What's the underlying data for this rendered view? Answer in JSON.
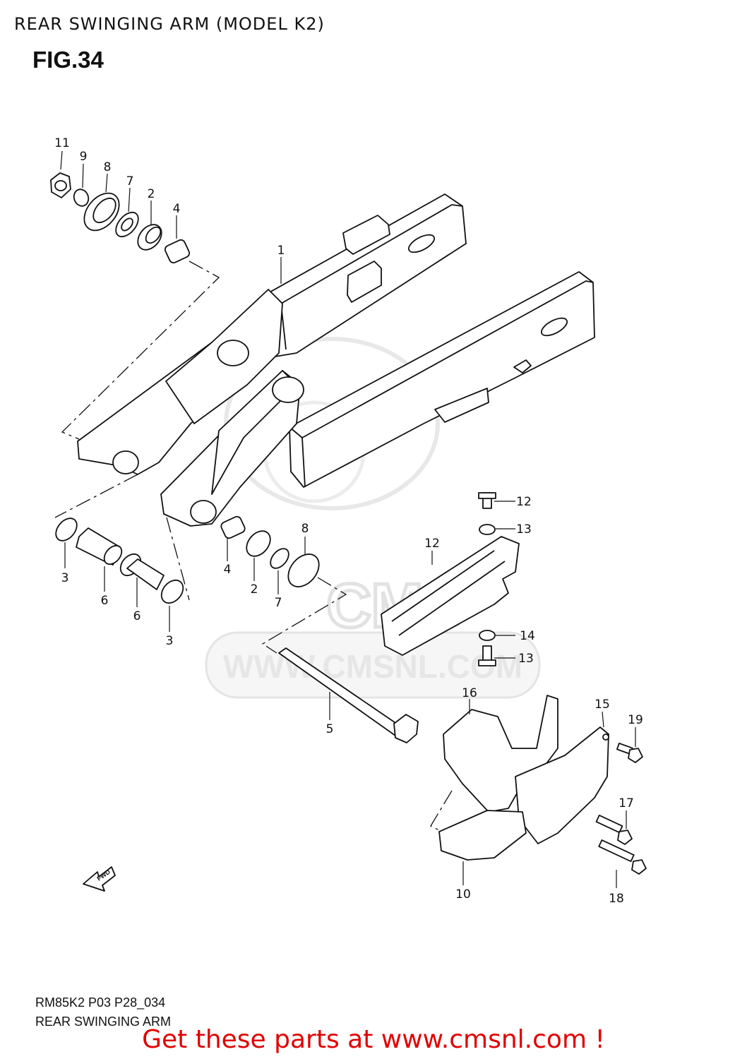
{
  "header": {
    "title": "REAR SWINGING ARM (MODEL K2)",
    "figure": "FIG.34"
  },
  "diagram": {
    "watermark_text": "WWW.CMSNL.COM",
    "watermark_logo": "CMS",
    "fwd_label": "FWD",
    "callouts": [
      "1",
      "2",
      "2",
      "3",
      "3",
      "4",
      "4",
      "5",
      "6",
      "6",
      "7",
      "7",
      "8",
      "8",
      "9",
      "10",
      "11",
      "12",
      "12",
      "13",
      "13",
      "14",
      "15",
      "16",
      "17",
      "18",
      "19"
    ]
  },
  "footer": {
    "code": "RM85K2 P03 P28_034",
    "caption": "REAR SWINGING ARM",
    "promo": "Get these parts at www.cmsnl.com !"
  },
  "colors": {
    "promo": "#e00000",
    "line": "#111111",
    "watermark": "#e2e2e2"
  }
}
